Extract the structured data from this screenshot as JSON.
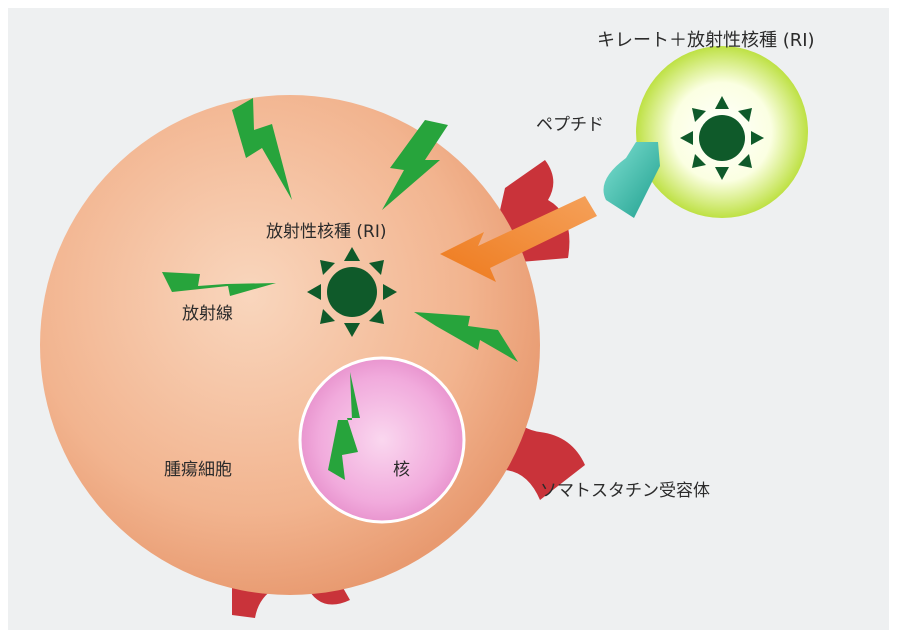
{
  "labels": {
    "chelate": "キレート＋放射性核種 (RI)",
    "peptide": "ペプチド",
    "ri": "放射性核種 (RI)",
    "radiation": "放射線",
    "nucleus": "核",
    "tumor_cell": "腫瘍細胞",
    "receptor": "ソマトスタチン受容体"
  },
  "colors": {
    "background": "#eef0f1",
    "cell_fill": "#f2b48f",
    "nucleus_fill": "#ee9fd6",
    "receptor": "#c9333a",
    "lightning": "#27a43c",
    "ri_core": "#0f5a2a",
    "chelate_glow": "#b8de35",
    "peptide_cap": "#35c4b1",
    "arrow": "#f0872a"
  }
}
